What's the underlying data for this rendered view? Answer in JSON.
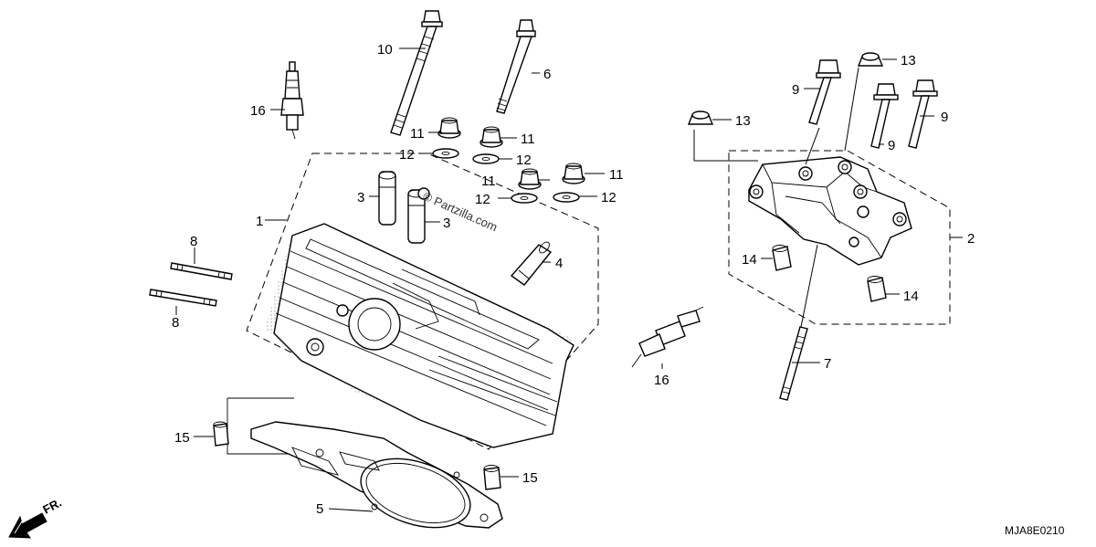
{
  "watermark": "© Partzilla.com",
  "diagram_code": "MJA8E0210",
  "direction_label": "FR.",
  "callouts": {
    "c1": "1",
    "c2": "2",
    "c3a": "3",
    "c3b": "3",
    "c4": "4",
    "c5": "5",
    "c6": "6",
    "c7": "7",
    "c8a": "8",
    "c8b": "8",
    "c9a": "9",
    "c9b": "9",
    "c9c": "9",
    "c10": "10",
    "c11a": "11",
    "c11b": "11",
    "c11c": "11",
    "c11d": "11",
    "c12a": "12",
    "c12b": "12",
    "c12c": "12",
    "c12d": "12",
    "c13a": "13",
    "c13b": "13",
    "c14a": "14",
    "c14b": "14",
    "c15a": "15",
    "c15b": "15",
    "c16a": "16",
    "c16b": "16"
  }
}
